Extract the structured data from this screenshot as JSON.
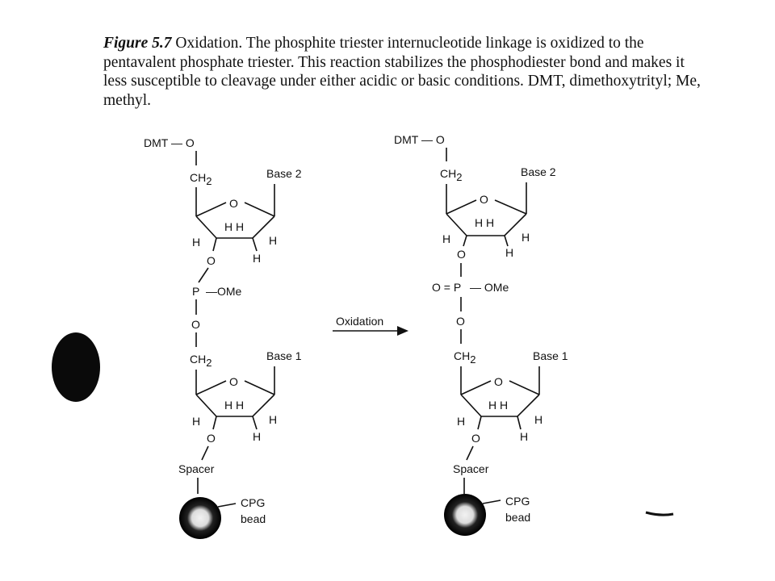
{
  "caption": {
    "figure_label": "Figure 5.7",
    "text": "Oxidation. The phosphite triester internucleotide linkage is oxidized to the pentavalent phosphate triester. This reaction stabilizes the phosphodiester bond and makes it less susceptible to cleavage under either acidic or basic conditions. DMT, dimethoxytrityl; Me, methyl."
  },
  "arrow_label": "Oxidation",
  "left_structure": {
    "top_group": "DMT — O",
    "ch2_top": "CH",
    "base_top": "Base 2",
    "ring_oxygen": "O",
    "hh": "H H",
    "h": "H",
    "linker_o": "O",
    "phosphorus": "P",
    "ome": "—OMe",
    "ch2_bottom": "CH",
    "base_bottom": "Base 1",
    "spacer": "Spacer",
    "bead_line1": "CPG",
    "bead_line2": "bead"
  },
  "right_structure": {
    "top_group": "DMT — O",
    "ch2_top": "CH",
    "base_top": "Base 2",
    "ring_oxygen": "O",
    "hh": "H H",
    "h": "H",
    "linker_o": "O",
    "phosphorus": "O = P",
    "ome": "— OMe",
    "ch2_bottom": "CH",
    "base_bottom": "Base 1",
    "spacer": "Spacer",
    "bead_line1": "CPG",
    "bead_line2": "bead"
  },
  "subscript_2": "2"
}
